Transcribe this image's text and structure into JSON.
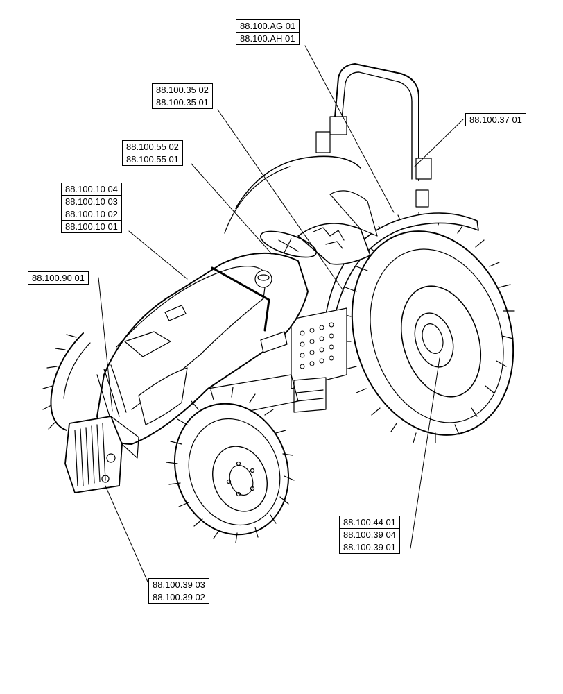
{
  "callouts": [
    {
      "id": "ag",
      "codes": [
        "88.100.AG 01",
        "88.100.AH 01"
      ]
    },
    {
      "id": "c35",
      "codes": [
        "88.100.35 02",
        "88.100.35 01"
      ]
    },
    {
      "id": "c37",
      "codes": [
        "88.100.37 01"
      ]
    },
    {
      "id": "c55",
      "codes": [
        "88.100.55 02",
        "88.100.55 01"
      ]
    },
    {
      "id": "c10",
      "codes": [
        "88.100.10 04",
        "88.100.10 03",
        "88.100.10 02",
        "88.100.10 01"
      ]
    },
    {
      "id": "c90",
      "codes": [
        "88.100.90 01"
      ]
    },
    {
      "id": "c44",
      "codes": [
        "88.100.44 01",
        "88.100.39 04",
        "88.100.39 01"
      ]
    },
    {
      "id": "c39",
      "codes": [
        "88.100.39 03",
        "88.100.39 02"
      ]
    }
  ]
}
